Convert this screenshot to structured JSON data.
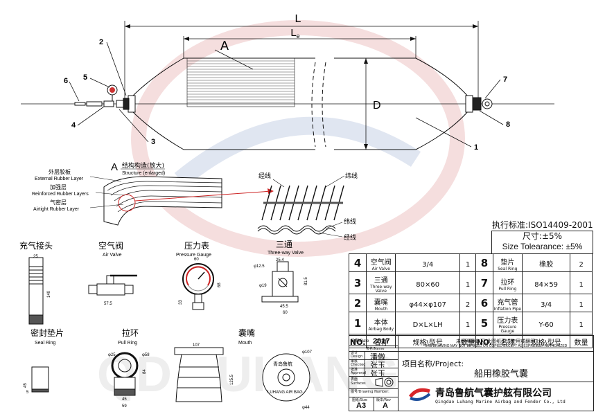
{
  "main_view": {
    "dim_L": "L",
    "dim_Le": "L",
    "dim_Le_sub": "e",
    "dim_D": "D",
    "section_A": "A",
    "callouts": [
      "1",
      "2",
      "3",
      "4",
      "5",
      "6",
      "7",
      "8"
    ]
  },
  "structure": {
    "marker": "A",
    "title": "结构构造(放大)",
    "title_en": "Structure (enlarged)",
    "layers": [
      {
        "cn": "外层胶板",
        "en": "External Rubber Layer"
      },
      {
        "cn": "加强层",
        "en": "Reinforced Rubber Layers"
      },
      {
        "cn": "气密层",
        "en": "Airtight Rubber Layer"
      }
    ]
  },
  "weave": {
    "warp": "经线",
    "weft": "纬线",
    "weft2": "纬线",
    "warp2": "经线"
  },
  "parts": {
    "inflation_joint": "充气接头",
    "air_valve_cn": "空气阀",
    "air_valve_en": "Air Valve",
    "gauge_cn": "压力表",
    "gauge_en": "Pressure Gauge",
    "three_way_cn": "三通",
    "three_way_en": "Three-way Valve",
    "seal_ring_cn": "密封垫片",
    "seal_ring_en": "Seal Ring",
    "pull_ring_cn": "拉环",
    "pull_ring_en": "Pull Ring",
    "mouth_cn": "囊嘴",
    "mouth_en": "Mouth",
    "mouth_stamp_top": "青岛鲁航",
    "mouth_stamp_bottom": "LUHANG AIR BAG"
  },
  "part_dims": {
    "joint_w": "25",
    "joint_h": "140",
    "valve_w": "57.5",
    "gauge_w": "60",
    "gauge_h": "68",
    "gauge_h2": "33",
    "tw_top": "25.4",
    "tw_d1": "φ12.5",
    "tw_d2": "φ19",
    "tw_h": "81.5",
    "tw_w1": "45.5",
    "tw_w2": "60",
    "seal_h1": "45",
    "seal_h2": "5",
    "pull_d1": "φ25",
    "pull_d2": "φ58",
    "pull_h": "84",
    "pull_w1": "45",
    "pull_w2": "59",
    "mouth_w": "107",
    "mouth_h": "125.5",
    "mouth_d": "φ107",
    "mouth_d2": "φ44"
  },
  "standard": {
    "text": "执行标准:ISO14409-2001",
    "size_cn": "尺寸:±5%",
    "size_en": "Size Tolearance: ±5%"
  },
  "bom": {
    "rows": [
      {
        "no": "4",
        "cn": "空气阀",
        "en": "Air Valve",
        "spec": "3/4",
        "qty": "1",
        "no2": "8",
        "cn2": "垫片",
        "en2": "Seal Ring",
        "spec2": "橡胶",
        "qty2": "2"
      },
      {
        "no": "3",
        "cn": "三通",
        "en": "Three-way Valve",
        "spec": "80×60",
        "qty": "1",
        "no2": "7",
        "cn2": "拉环",
        "en2": "Pull Ring",
        "spec2": "84×59",
        "qty2": "1"
      },
      {
        "no": "2",
        "cn": "囊嘴",
        "en": "Mouth",
        "spec": "φ44×φ107",
        "qty": "2",
        "no2": "6",
        "cn2": "充气管",
        "en2": "Inflation Pipe",
        "spec2": "3/4",
        "qty2": "1"
      },
      {
        "no": "1",
        "cn": "本体",
        "en": "Airbag Body",
        "spec": "D×L×LH",
        "qty": "1",
        "no2": "5",
        "cn2": "压力表",
        "en2": "Pressure Gauge",
        "spec2": "Y-60",
        "qty2": "1"
      }
    ],
    "header": {
      "no": "NO.",
      "name": "名称",
      "spec": "规格\\型号",
      "qty": "数量",
      "no2": "NO.",
      "name2": "名称",
      "spec2": "规格\\型号",
      "qty2": "数量"
    }
  },
  "title_block": {
    "date_label": "日期/Date",
    "year": "2017",
    "sign_label": "签名/Name",
    "design": "设计\nDesign",
    "check": "审核\nChecked",
    "approve": "批准\nApproval",
    "designer": "潘傲",
    "checker": "张玉",
    "approver": "张玉",
    "notice_cn": "未经明确许可,此图纸不许使用或翻印",
    "notice_en": "THIS DRAWING MAY NOT BE USED OR COPIED EXCEPT AS EXPRESSLY AUTHORIZED",
    "project_label": "项目名称/Project:",
    "project_name": "船用橡胶气囊",
    "surfaces": "表面\nSurfaces",
    "drawing_no": "图号/Drawing Number:",
    "size_label": "图纸/Size",
    "size_val": "A3",
    "ver_label": "版本/Rev",
    "ver_val": "A",
    "company_cn": "青岛鲁航气囊护舷有限公司",
    "company_en": "Qingdao Luhang Marine Airbag and Fender Co., Ltd"
  },
  "colors": {
    "line": "#111111",
    "arrow": "#cc2222",
    "logo_red": "#d8262a",
    "logo_blue": "#1d4f9c",
    "watermark": "#c9c9c9"
  }
}
